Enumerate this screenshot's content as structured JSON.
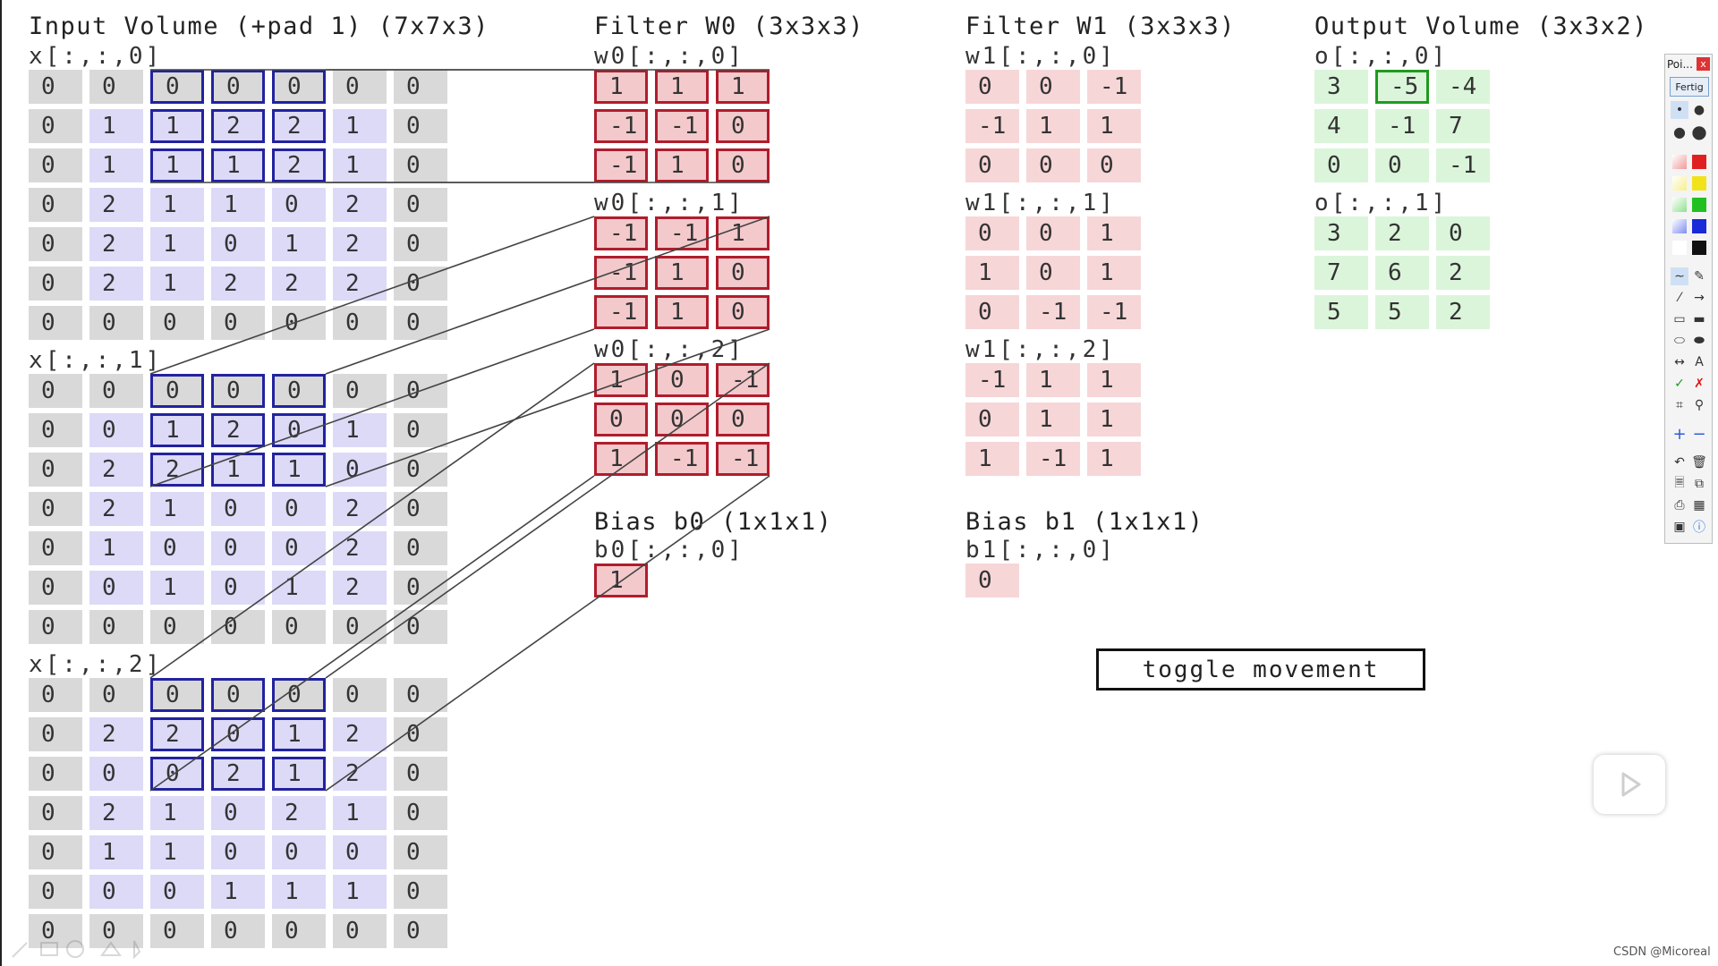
{
  "headings": {
    "input": "Input Volume (+pad 1) (7x7x3)",
    "w0": "Filter W0 (3x3x3)",
    "w1": "Filter W1 (3x3x3)",
    "output": "Output Volume (3x3x2)",
    "bias0": "Bias b0 (1x1x1)",
    "bias1": "Bias b1 (1x1x1)"
  },
  "labels": {
    "x0": "x[:,:,0]",
    "x1": "x[:,:,1]",
    "x2": "x[:,:,2]",
    "w0_0": "w0[:,:,0]",
    "w0_1": "w0[:,:,1]",
    "w0_2": "w0[:,:,2]",
    "w1_0": "w1[:,:,0]",
    "w1_1": "w1[:,:,1]",
    "w1_2": "w1[:,:,2]",
    "b0": "b0[:,:,0]",
    "b1": "b1[:,:,0]",
    "o0": "o[:,:,0]",
    "o1": "o[:,:,1]"
  },
  "input": [
    [
      [
        0,
        0,
        0,
        0,
        0,
        0,
        0
      ],
      [
        0,
        1,
        1,
        2,
        2,
        1,
        0
      ],
      [
        0,
        1,
        1,
        1,
        2,
        1,
        0
      ],
      [
        0,
        2,
        1,
        1,
        0,
        2,
        0
      ],
      [
        0,
        2,
        1,
        0,
        1,
        2,
        0
      ],
      [
        0,
        2,
        1,
        2,
        2,
        2,
        0
      ],
      [
        0,
        0,
        0,
        0,
        0,
        0,
        0
      ]
    ],
    [
      [
        0,
        0,
        0,
        0,
        0,
        0,
        0
      ],
      [
        0,
        0,
        1,
        2,
        0,
        1,
        0
      ],
      [
        0,
        2,
        2,
        1,
        1,
        0,
        0
      ],
      [
        0,
        2,
        1,
        0,
        0,
        2,
        0
      ],
      [
        0,
        1,
        0,
        0,
        0,
        2,
        0
      ],
      [
        0,
        0,
        1,
        0,
        1,
        2,
        0
      ],
      [
        0,
        0,
        0,
        0,
        0,
        0,
        0
      ]
    ],
    [
      [
        0,
        0,
        0,
        0,
        0,
        0,
        0
      ],
      [
        0,
        2,
        2,
        0,
        1,
        2,
        0
      ],
      [
        0,
        0,
        0,
        2,
        1,
        2,
        0
      ],
      [
        0,
        2,
        1,
        0,
        2,
        1,
        0
      ],
      [
        0,
        1,
        1,
        0,
        0,
        0,
        0
      ],
      [
        0,
        0,
        0,
        1,
        1,
        1,
        0
      ],
      [
        0,
        0,
        0,
        0,
        0,
        0,
        0
      ]
    ]
  ],
  "w0": [
    [
      [
        1,
        1,
        1
      ],
      [
        -1,
        -1,
        0
      ],
      [
        -1,
        1,
        0
      ]
    ],
    [
      [
        -1,
        -1,
        1
      ],
      [
        -1,
        1,
        0
      ],
      [
        -1,
        1,
        0
      ]
    ],
    [
      [
        1,
        0,
        -1
      ],
      [
        0,
        0,
        0
      ],
      [
        1,
        -1,
        -1
      ]
    ]
  ],
  "w1": [
    [
      [
        0,
        0,
        -1
      ],
      [
        -1,
        1,
        1
      ],
      [
        0,
        0,
        0
      ]
    ],
    [
      [
        0,
        0,
        1
      ],
      [
        1,
        0,
        1
      ],
      [
        0,
        -1,
        -1
      ]
    ],
    [
      [
        -1,
        1,
        1
      ],
      [
        0,
        1,
        1
      ],
      [
        1,
        -1,
        1
      ]
    ]
  ],
  "b0": [
    1
  ],
  "b1": [
    0
  ],
  "output": [
    [
      [
        3,
        -5,
        -4
      ],
      [
        4,
        -1,
        7
      ],
      [
        0,
        0,
        -1
      ]
    ],
    [
      [
        3,
        2,
        0
      ],
      [
        7,
        6,
        2
      ],
      [
        5,
        5,
        2
      ]
    ]
  ],
  "selection": {
    "input_row": 0,
    "input_col": 2,
    "output_row": 0,
    "output_col": 1,
    "output_depth": 0
  },
  "toggle_label": "toggle movement",
  "toolbar": {
    "title": "Poi...",
    "close": "x",
    "done_label": "Fertig",
    "colors": [
      "#e02020",
      "#f2e21a",
      "#20c020",
      "#1a2ad8",
      "#111111"
    ]
  },
  "watermark": "CSDN @Micoreal",
  "colors": {
    "pad": "#d9d9d9",
    "input_inner": "#dcdaf7",
    "selection_border": "#2222a0",
    "w0_fill": "#f3c9cc",
    "w0_border": "#b01d2c",
    "w1_fill": "#f7d6d8",
    "output_fill": "#dbf5db",
    "output_selection": "#1f9a1f"
  }
}
